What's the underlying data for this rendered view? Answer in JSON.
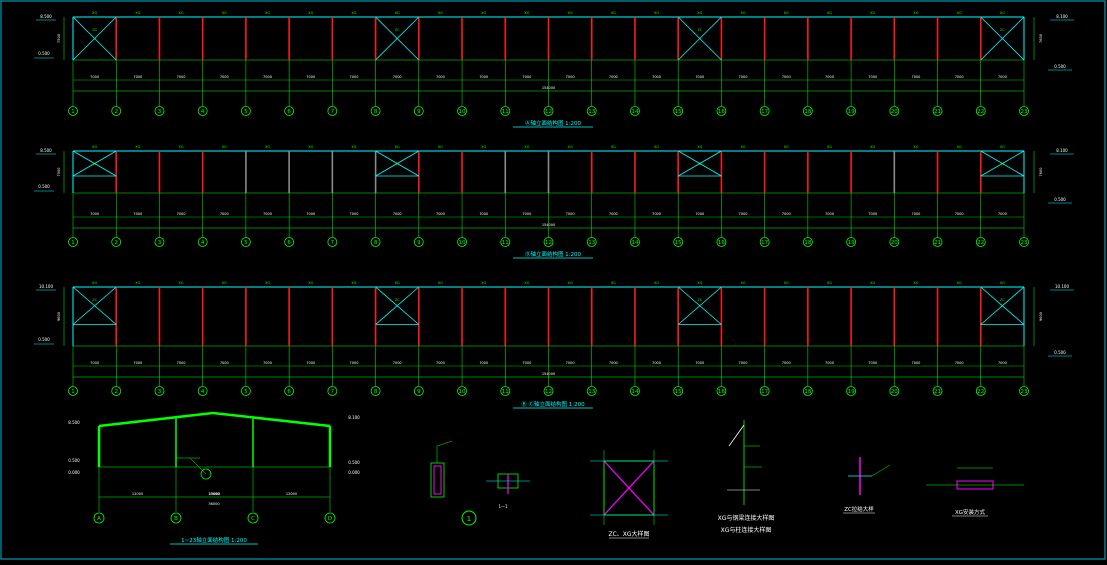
{
  "colors": {
    "background": "#000000",
    "frame": "#00ffff",
    "grid": "#00ff00",
    "column_red": "#ff1a1a",
    "column_gray": "#8a8a8a",
    "text": "#ffffff",
    "brace": "#00ffff",
    "magenta": "#ff00ff"
  },
  "elevations": [
    {
      "id": "a",
      "title": "Ⓐ轴立面结构图 1:200",
      "left_top_mark": "8.500",
      "left_bottom_mark": "0.500",
      "right_top_mark": "8.100",
      "right_bottom_mark": "0.500",
      "left_dims": [
        "7500",
        "150"
      ],
      "right_dims": [
        "7600",
        "150"
      ],
      "total_dim": "154000",
      "braced_bays": [
        1,
        8,
        15,
        22
      ],
      "gray_columns": []
    },
    {
      "id": "d",
      "title": "Ⓓ轴立面结构图 1:200",
      "left_top_mark": "8.500",
      "left_bottom_mark": "0.500",
      "right_top_mark": "8.100",
      "right_bottom_mark": "0.500",
      "left_dims": [
        "7500",
        "150"
      ],
      "right_dims": [
        "7600",
        "150"
      ],
      "total_dim": "154000",
      "braced_bays": [
        1,
        8,
        15,
        22
      ],
      "gray_columns": [
        4,
        5,
        6,
        7,
        10,
        11,
        19
      ]
    },
    {
      "id": "bc",
      "title": "Ⓑ Ⓒ轴立面结构图 1:200",
      "left_top_mark": "10.100",
      "left_bottom_mark": "0.500",
      "right_top_mark": "10.100",
      "right_bottom_mark": "0.500",
      "left_dims": [
        "9600",
        "150"
      ],
      "right_dims": [
        "9600",
        "150"
      ],
      "total_dim": "154000",
      "braced_bays": [
        1,
        8,
        15,
        22
      ],
      "gray_columns": []
    }
  ],
  "bay_dim": "7000",
  "brace_label_top": "XG",
  "brace_label_zc": "ZC",
  "axis_numbers": [
    "1",
    "2",
    "3",
    "4",
    "5",
    "6",
    "7",
    "8",
    "9",
    "10",
    "11",
    "12",
    "13",
    "14",
    "15",
    "16",
    "17",
    "18",
    "19",
    "20",
    "21",
    "22",
    "23"
  ],
  "section": {
    "title": "1~23轴立面结构图 1:200",
    "axes": [
      "A",
      "B",
      "C",
      "D"
    ],
    "left_top_mark": "8.500",
    "left_mid_mark": "0.500",
    "left_bottom_mark": "0.000",
    "right_top_mark": "8.100",
    "right_mid_mark": "0.500",
    "right_bottom_mark": "0.000",
    "bay_dims": [
      "12000",
      "12000",
      "12000"
    ],
    "total_dim": "36000",
    "inner_total": "15000"
  },
  "detail_marker": "1",
  "detail_section_label": "1—1",
  "detail_titles": {
    "zc": "ZC、XG大样图",
    "xg_beam": "XG与钢梁连接大样图",
    "xg_column": "XG与柱连接大样图",
    "anchor": "ZC拉结大样",
    "install": "XG安装方式"
  }
}
